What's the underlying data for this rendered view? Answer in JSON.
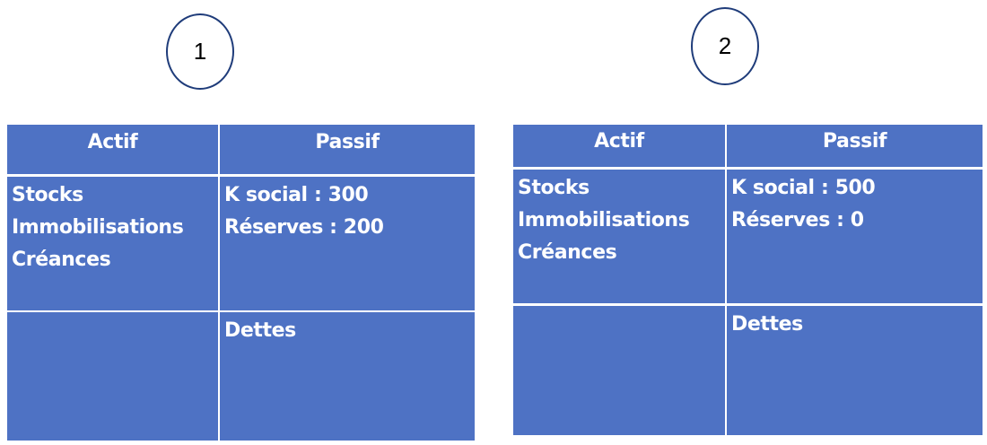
{
  "tables": [
    {
      "number": "1",
      "headers": {
        "left": "Actif",
        "right": "Passif"
      },
      "actif_items": [
        "Stocks",
        "Immobilisations",
        "Créances"
      ],
      "passif_items": [
        "K social : 300",
        "Réserves : 200"
      ],
      "dettes_label": "Dettes"
    },
    {
      "number": "2",
      "headers": {
        "left": "Actif",
        "right": "Passif"
      },
      "actif_items": [
        "Stocks",
        "Immobilisations",
        "Créances"
      ],
      "passif_items": [
        "K social : 500",
        "Réserves : 0"
      ],
      "dettes_label": "Dettes"
    }
  ],
  "colors": {
    "cell_fill": "#4e72c4",
    "circle_stroke": "#1f3c7a",
    "text": "#ffffff"
  }
}
